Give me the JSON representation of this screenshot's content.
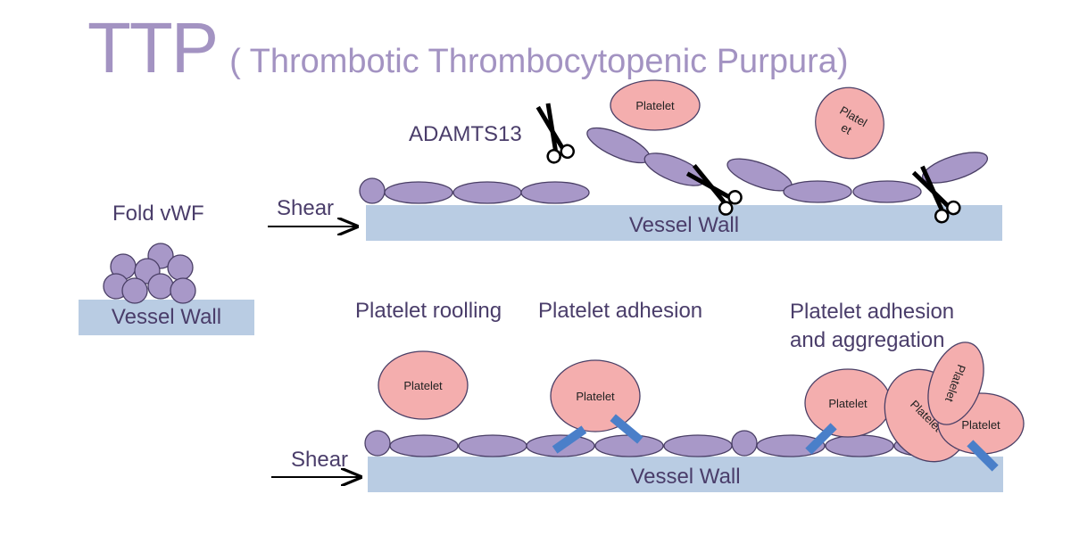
{
  "title": {
    "abbr": "TTP",
    "full": "( Thrombotic Thrombocytopenic Purpura)"
  },
  "labels": {
    "fold_vwf": "Fold vWF",
    "shear_top": "Shear",
    "shear_bottom": "Shear",
    "adamts13": "ADAMTS13",
    "platelet_rolling": "Platelet roolling",
    "platelet_adhesion": "Platelet adhesion",
    "adhesion_aggregation_line1": "Platelet adhesion",
    "adhesion_aggregation_line2": "and aggregation"
  },
  "walls": {
    "small": "Vessel Wall",
    "top": "Vessel Wall",
    "bottom": "Vessel Wall"
  },
  "platelets": {
    "top_1": "Platelet",
    "top_2_line1": "Platel",
    "top_2_line2": "et",
    "bottom_rolling": "Platelet",
    "bottom_adhesion": "Platelet",
    "agg_1": "Platelet",
    "agg_2": "Platelet",
    "agg_3": "Platelet",
    "agg_4": "Platelet"
  },
  "colors": {
    "title": "#a393c2",
    "vwf_fill": "#a898c8",
    "vwf_stroke": "#4a3f66",
    "wall": "#b9cce3",
    "platelet_fill": "#f4aeae",
    "receptor": "#4a7fc9"
  }
}
